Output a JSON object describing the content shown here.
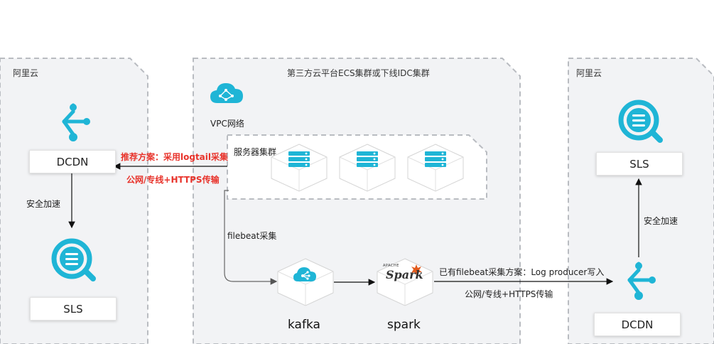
{
  "left_region": {
    "label": "阿里云",
    "dcdn_label": "DCDN",
    "sls_label": "SLS",
    "edge_label": "安全加速"
  },
  "middle_region": {
    "label": "第三方云平台ECS集群或下线IDC集群",
    "vpc_label": "VPC网络",
    "server_group_label": "服务器集群",
    "filebeat_label": "filebeat采集",
    "kafka_label": "kafka",
    "spark_label": "spark",
    "spark_logo_text": "Spark",
    "spark_logo_small": "APACHE"
  },
  "right_region": {
    "label": "阿里云",
    "sls_label": "SLS",
    "dcdn_label": "DCDN",
    "edge_label": "安全加速"
  },
  "edges": {
    "recommended": "推荐方案：采用logtail采集",
    "recommended_transport": "公网/专线+HTTPS传输",
    "existing": "已有filebeat采集方案：Log producer写入",
    "existing_transport": "公网/专线+HTTPS传输"
  },
  "colors": {
    "accent": "#1fb5d6",
    "dashed_border": "#b9bcc1",
    "region_fill": "#f2f3f5",
    "red": "#e8332b"
  },
  "icons": [
    "dcdn-icon",
    "sls-icon",
    "cloud-vpc-icon",
    "server-icon",
    "kafka-icon",
    "spark-icon"
  ]
}
